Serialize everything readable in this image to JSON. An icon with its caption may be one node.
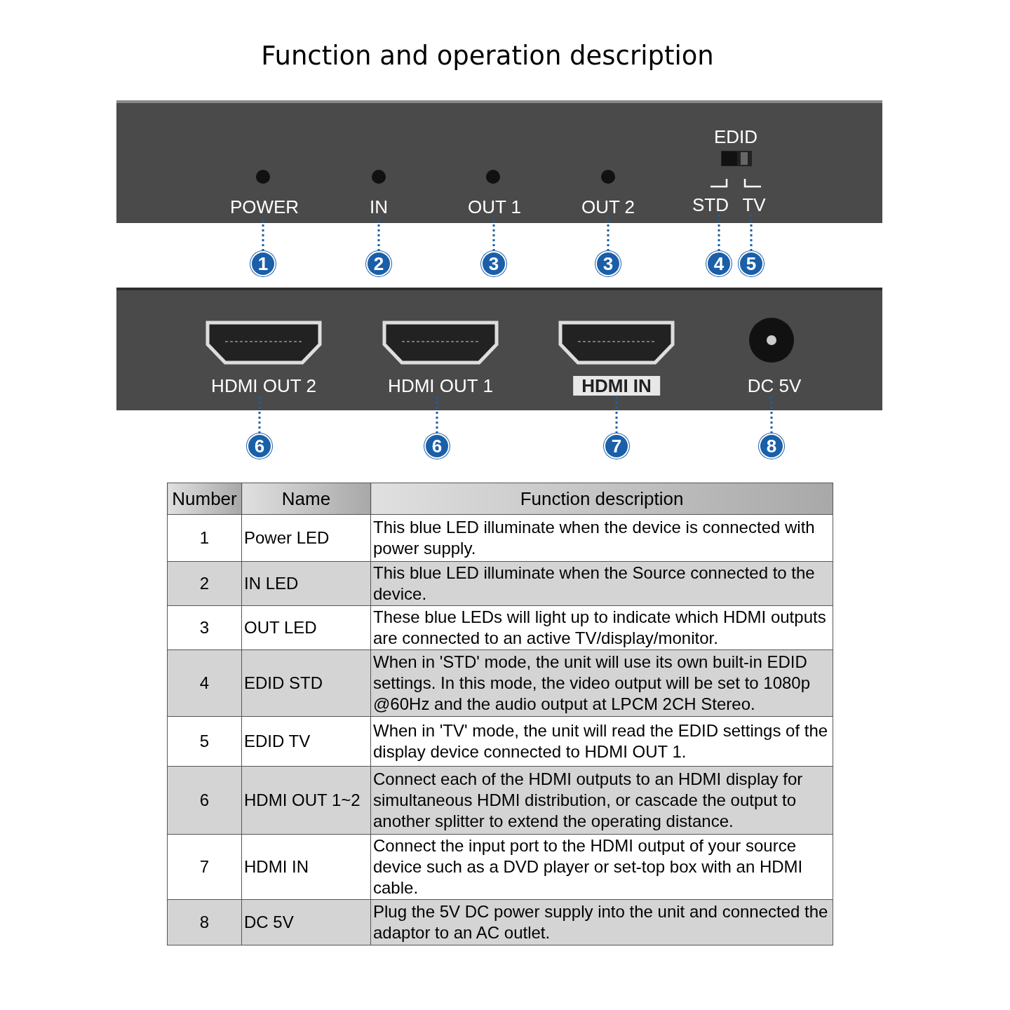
{
  "diagram": {
    "title": "Function and operation description",
    "nodes": [
      {
        "text": [],
        "shape": "box"
      },
      {
        "text": [
          "POWER"
        ],
        "in": 0
      },
      {
        "text": [
          "IN"
        ],
        "in": 0
      },
      {
        "text": [
          "OUT 1"
        ],
        "in": 0
      },
      {
        "text": [
          "OUT 2"
        ],
        "in": 0
      },
      {
        "text": [
          "EDID"
        ],
        "in": 0
      },
      {
        "text": [
          "STD"
        ],
        "in": 0
      },
      {
        "text": [
          "TV"
        ],
        "in": 0
      },
      {
        "text": [
          "1"
        ]
      },
      {
        "text": [
          "2"
        ]
      },
      {
        "text": [
          "3"
        ]
      },
      {
        "text": [
          "3"
        ]
      },
      {
        "text": [
          "4"
        ]
      },
      {
        "text": [
          "5"
        ]
      },
      {
        "text": [],
        "shape": "box"
      },
      {
        "text": [
          "HDMI OUT 2"
        ],
        "in": 14
      },
      {
        "text": [
          "HDMI OUT 1"
        ],
        "in": 14
      },
      {
        "text": [
          "HDMI IN"
        ],
        "in": 14
      },
      {
        "text": [
          "DC 5V"
        ],
        "in": 14
      },
      {
        "text": [
          "6"
        ]
      },
      {
        "text": [
          "6"
        ]
      },
      {
        "text": [
          "7"
        ]
      },
      {
        "text": [
          "8"
        ]
      }
    ],
    "edges": [
      {
        "from": 8,
        "to": 1,
        "arrow": "none",
        "style": "dashed"
      },
      {
        "from": 9,
        "to": 2,
        "arrow": "none",
        "style": "dashed"
      },
      {
        "from": 10,
        "to": 3,
        "arrow": "none",
        "style": "dashed"
      },
      {
        "from": 11,
        "to": 4,
        "arrow": "none",
        "style": "dashed"
      },
      {
        "from": 12,
        "to": 6,
        "arrow": "none",
        "style": "dashed"
      },
      {
        "from": 13,
        "to": 7,
        "arrow": "none",
        "style": "dashed"
      },
      {
        "from": 19,
        "to": 15,
        "arrow": "none",
        "style": "dashed"
      },
      {
        "from": 20,
        "to": 16,
        "arrow": "none",
        "style": "dashed"
      },
      {
        "from": 21,
        "to": 17,
        "arrow": "none",
        "style": "dashed"
      },
      {
        "from": 22,
        "to": 18,
        "arrow": "none",
        "style": "dashed"
      }
    ],
    "labels": [
      "Number",
      "Name",
      "Function description",
      "1",
      "Power LED",
      "This blue LED illuminate when the device is connected with power supply.",
      "2",
      "IN LED",
      "This blue LED illuminate when the Source connected to the device.",
      "3",
      "OUT LED",
      "These blue LEDs will light up to indicate which HDMI outputs are connected to an active TV/display/monitor.",
      "4",
      "EDID STD",
      "When in 'STD' mode, the unit will use its own built-in EDID settings. In this mode, the video output will be set to 1080p @60Hz and the audio output at LPCM 2CH Stereo.",
      "5",
      "EDID TV",
      "When in 'TV' mode, the unit will read the EDID settings of the display device connected to HDMI OUT 1.",
      "6",
      "HDMI OUT 1~2",
      "Connect each of the HDMI outputs to an HDMI display for simultaneous HDMI distribution, or cascade the output to another splitter to extend the operating distance.",
      "7",
      "HDMI IN",
      "Connect the input port to the HDMI output of your source device such as a DVD player or set-top box with an HDMI cable.",
      "8",
      "DC 5V",
      "Plug the 5V DC power supply into the unit and connected the adaptor to an AC outlet."
    ]
  }
}
